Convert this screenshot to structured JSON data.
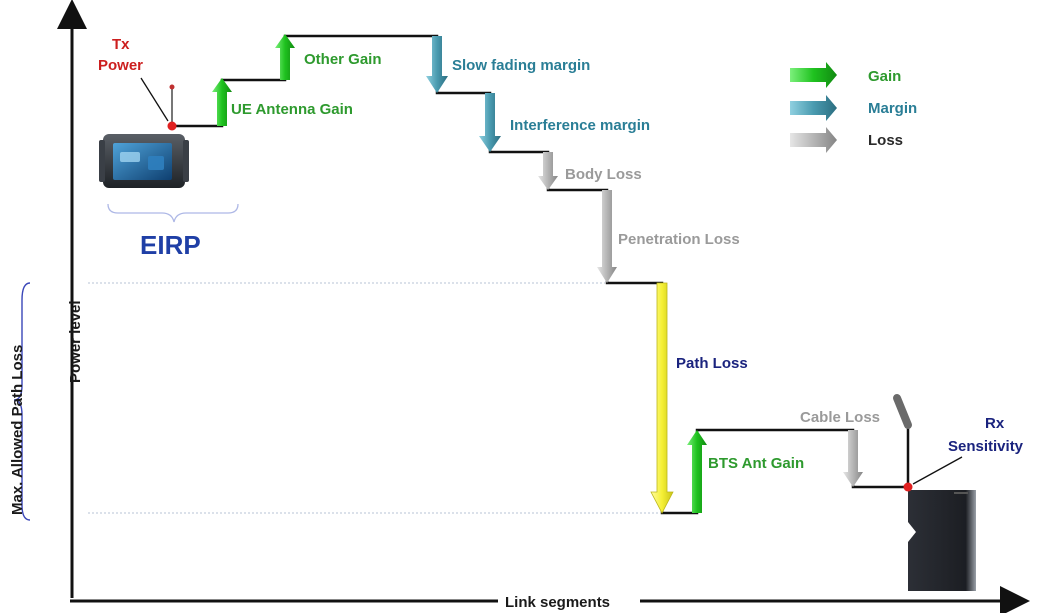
{
  "axes": {
    "y_label": "Power level",
    "x_label": "Link segments",
    "bracket_label": "Max. Allowed Path Loss"
  },
  "labels": {
    "tx_power_line1": "Tx",
    "tx_power_line2": "Power",
    "eirp": "EIRP",
    "ue_antenna_gain": "UE Antenna Gain",
    "other_gain": "Other Gain",
    "slow_fading_margin": "Slow fading margin",
    "interference_margin": "Interference margin",
    "body_loss": "Body Loss",
    "penetration_loss": "Penetration Loss",
    "path_loss": "Path Loss",
    "bts_ant_gain": "BTS Ant Gain",
    "cable_loss": "Cable Loss",
    "rx_sensitivity_line1": "Rx",
    "rx_sensitivity_line2": "Sensitivity"
  },
  "legend": {
    "items": [
      {
        "label": "Gain",
        "color": "#22cc22"
      },
      {
        "label": "Margin",
        "color": "#4a9bb0"
      },
      {
        "label": "Loss",
        "color": "#b5b5b5"
      }
    ]
  },
  "colors": {
    "gain": "#22cc22",
    "margin": "#4a9bb0",
    "loss": "#b5b5b5",
    "path_loss": "#f5f035",
    "tx_point": "#e02020",
    "eirp_text": "#1f3fa6"
  },
  "icons": [
    "mobile-device-icon",
    "bts-cabinet-icon"
  ]
}
